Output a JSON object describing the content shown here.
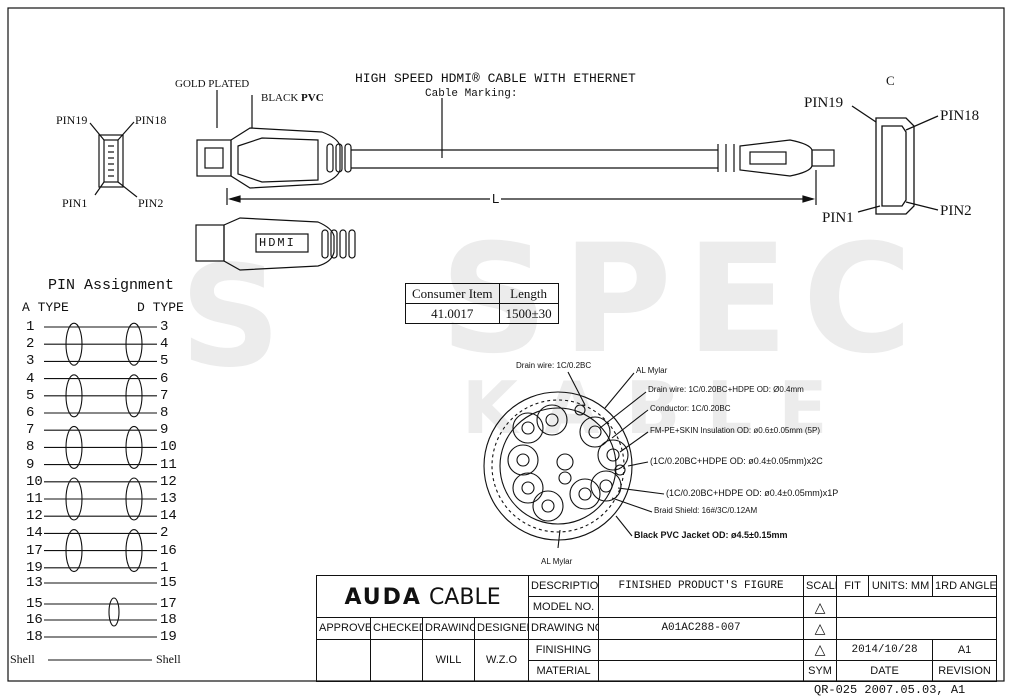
{
  "watermark": {
    "line1": "SPEC",
    "line2": "KABLE",
    "letter": "S"
  },
  "drawing": {
    "title": "HIGH SPEED HDMI® CABLE WITH ETHERNET",
    "cable_marking_label": "Cable Marking:",
    "gold_plated_label": "GOLD PLATED",
    "black_pvc_prefix": "BLACK ",
    "black_pvc_bold": "PVC",
    "length_label": "L",
    "connector_c_label": "C",
    "hdmi_text": "HDMI",
    "left_pins": {
      "pin19": "PIN19",
      "pin18": "PIN18",
      "pin1": "PIN1",
      "pin2": "PIN2"
    },
    "right_pins": {
      "pin19": "PIN19",
      "pin18": "PIN18",
      "pin1": "PIN1",
      "pin2": "PIN2"
    }
  },
  "pin_assignment": {
    "title": "PIN Assignment",
    "a_type": "A TYPE",
    "d_type": "D TYPE",
    "rows": [
      {
        "a": "1",
        "d": "3"
      },
      {
        "a": "2",
        "d": "4"
      },
      {
        "a": "3",
        "d": "5"
      },
      {
        "a": "4",
        "d": "6"
      },
      {
        "a": "5",
        "d": "7"
      },
      {
        "a": "6",
        "d": "8"
      },
      {
        "a": "7",
        "d": "9"
      },
      {
        "a": "8",
        "d": "10"
      },
      {
        "a": "9",
        "d": "11"
      },
      {
        "a": "10",
        "d": "12"
      },
      {
        "a": "11",
        "d": "13"
      },
      {
        "a": "12",
        "d": "14"
      },
      {
        "a": "14",
        "d": "2"
      },
      {
        "a": "17",
        "d": "16"
      },
      {
        "a": "19",
        "d": "1"
      },
      {
        "a": "13",
        "d": "15"
      },
      {
        "a": "15",
        "d": "17"
      },
      {
        "a": "16",
        "d": "18"
      },
      {
        "a": "18",
        "d": "19"
      },
      {
        "a": "Shell",
        "d": "Shell"
      }
    ]
  },
  "item_table": {
    "headers": [
      "Consumer Item",
      "Length"
    ],
    "values": [
      "41.0017",
      "1500±30"
    ]
  },
  "cross_section": {
    "drain_wire_top": "Drain wire: 1C/0.2BC",
    "al_mylar_top": "AL Mylar",
    "drain_wire_hdpe": "Drain wire: 1C/0.20BC+HDPE OD: Ø0.4mm",
    "conductor": "Conductor: 1C/0.20BC",
    "insulation": "FM-PE+SKIN Insulation OD: ø0.6±0.05mm (5P)",
    "pair_2c": "(1C/0.20BC+HDPE OD: ø0.4±0.05mm)x2C",
    "pair_1p": "(1C/0.20BC+HDPE OD: ø0.4±0.05mm)x1P",
    "braid": "Braid Shield: 16#/3C/0.12AM",
    "jacket": "Black PVC Jacket OD: ø4.5±0.15mm",
    "al_mylar_bottom": "AL Mylar"
  },
  "title_block": {
    "logo_bold": "AUDA",
    "logo_light": " CABLE",
    "description_label": "DESCRIPTION",
    "description_value": "FINISHED PRODUCT'S FIGURE",
    "scale_label": "SCALE",
    "scale_value": "FIT",
    "units": "UNITS: MM",
    "angle": "1RD ANGLE",
    "model_label": "MODEL NO.",
    "approved": "APPROVED",
    "checked": "CHECKED",
    "drawing": "DRAWING",
    "designed": "DESIGNED",
    "drawing_no_label": "DRAWING NO.",
    "drawing_no_value": "A01AC288-007",
    "finishing_label": "FINISHING",
    "date_value": "2014/10/28",
    "revision_value": "A1",
    "drawn_by": "WILL",
    "designed_by": "W.Z.O",
    "material_label": "MATERIAL",
    "sym": "SYM",
    "date_label": "DATE",
    "revision_label": "REVISION",
    "delta": "△",
    "footer": "QR-025 2007.05.03, A1"
  }
}
